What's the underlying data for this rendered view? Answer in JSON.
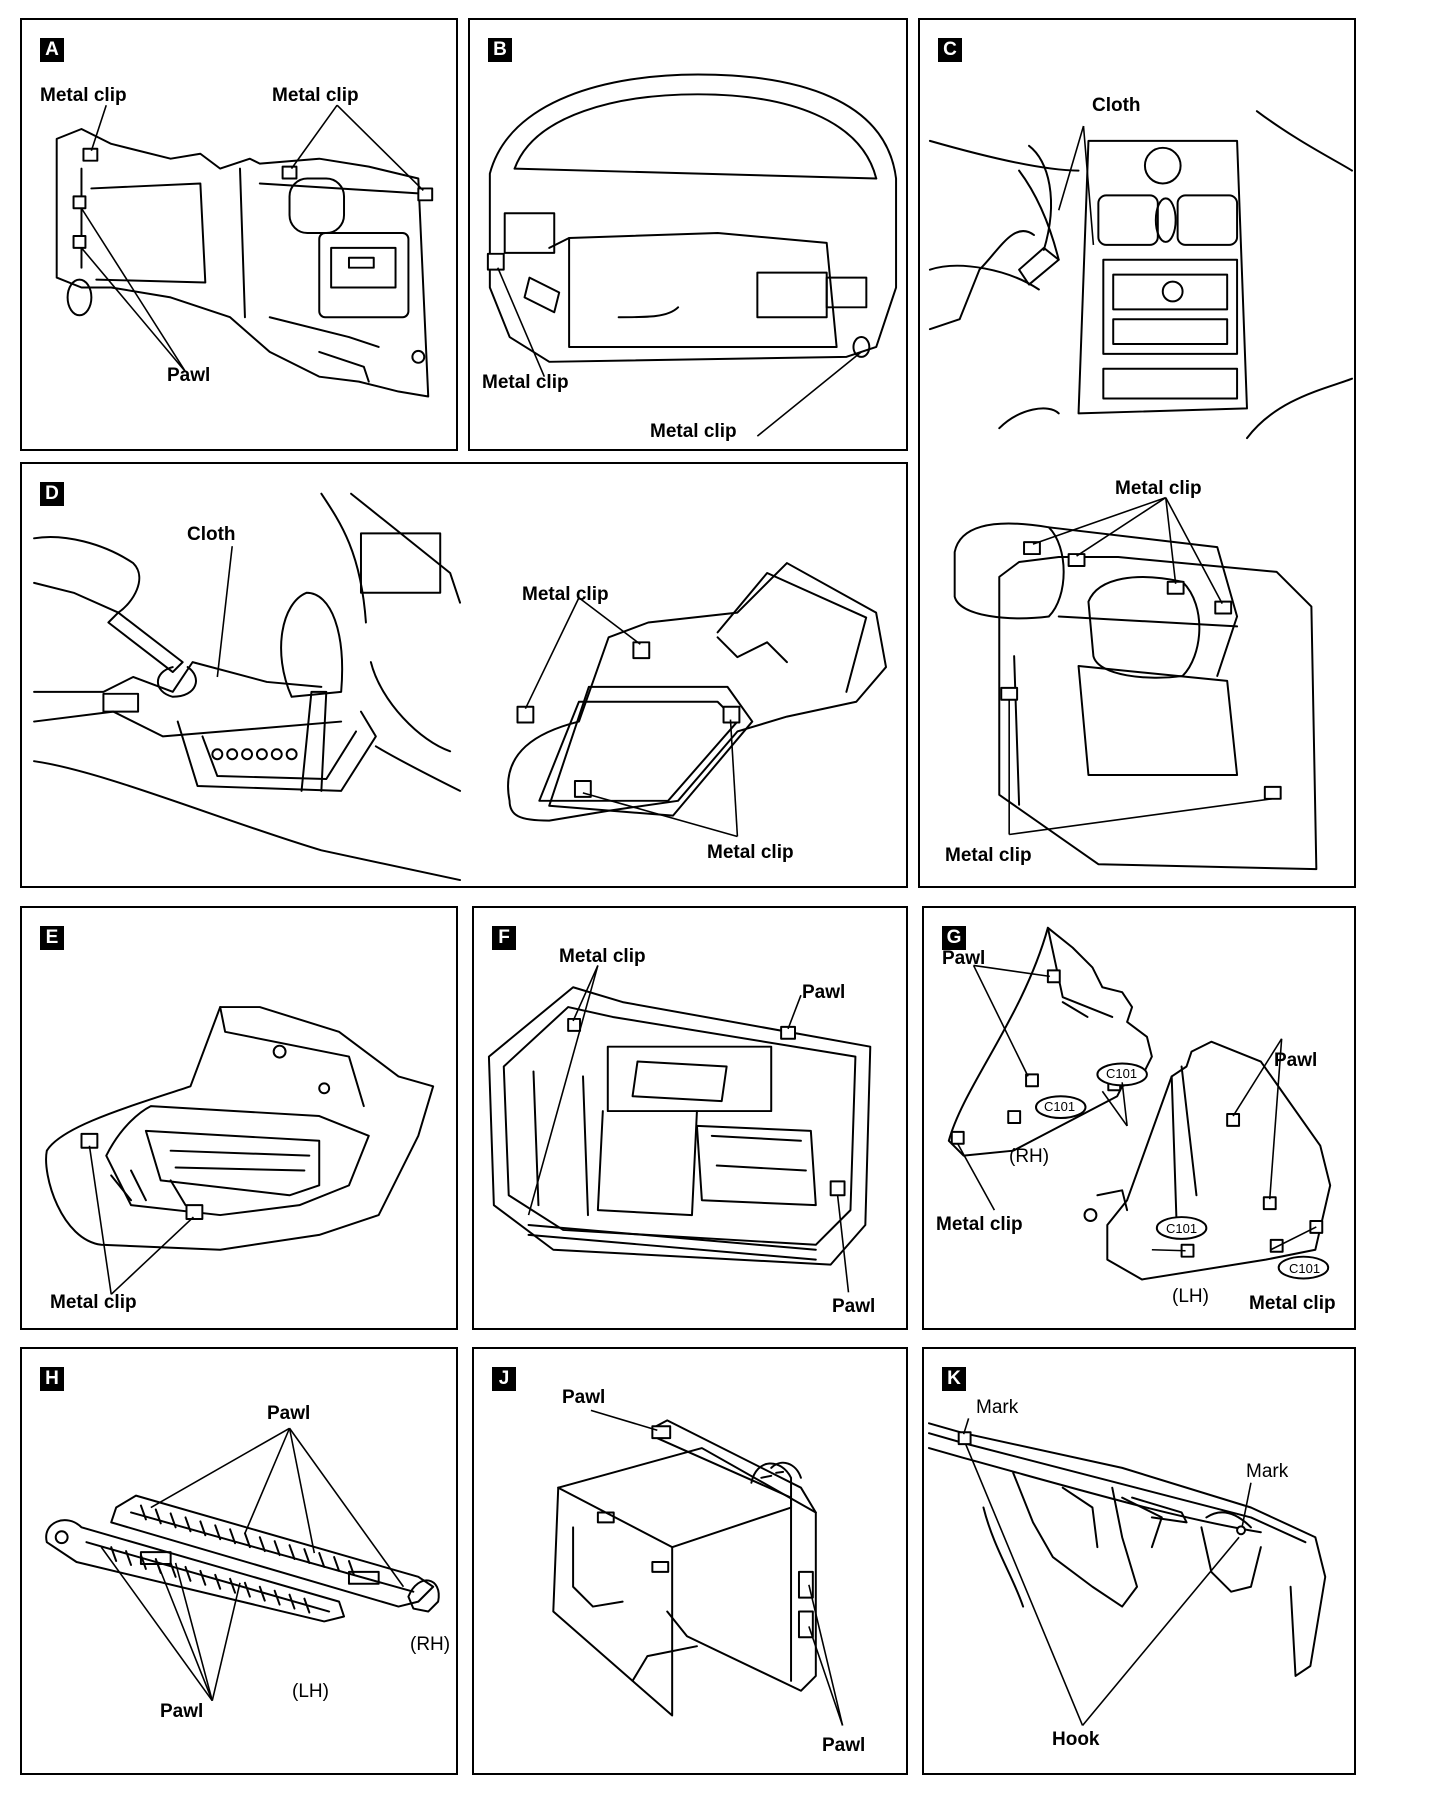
{
  "panels": {
    "A": {
      "badge": "A",
      "label_metal_clip_1": "Metal clip",
      "label_metal_clip_2": "Metal clip",
      "label_pawl": "Pawl"
    },
    "B": {
      "badge": "B",
      "label_metal_clip_1": "Metal clip",
      "label_metal_clip_2": "Metal clip"
    },
    "C": {
      "badge": "C",
      "label_cloth": "Cloth",
      "label_metal_clip_1": "Metal clip",
      "label_metal_clip_2": "Metal clip"
    },
    "D": {
      "badge": "D",
      "label_cloth": "Cloth",
      "label_metal_clip_1": "Metal clip",
      "label_metal_clip_2": "Metal clip"
    },
    "E": {
      "badge": "E",
      "label_metal_clip": "Metal clip"
    },
    "F": {
      "badge": "F",
      "label_metal_clip": "Metal clip",
      "label_pawl_1": "Pawl",
      "label_pawl_2": "Pawl"
    },
    "G": {
      "badge": "G",
      "label_pawl_1": "Pawl",
      "label_pawl_2": "Pawl",
      "label_metal_clip_1": "Metal clip",
      "label_metal_clip_2": "Metal clip",
      "label_rh": "(RH)",
      "label_lh": "(LH)",
      "connectors": [
        "C101",
        "C101",
        "C101",
        "C101"
      ]
    },
    "H": {
      "badge": "H",
      "label_pawl_1": "Pawl",
      "label_pawl_2": "Pawl",
      "label_rh": "(RH)",
      "label_lh": "(LH)"
    },
    "J": {
      "badge": "J",
      "label_pawl_1": "Pawl",
      "label_pawl_2": "Pawl"
    },
    "K": {
      "badge": "K",
      "label_mark_1": "Mark",
      "label_mark_2": "Mark",
      "label_hook": "Hook"
    }
  }
}
